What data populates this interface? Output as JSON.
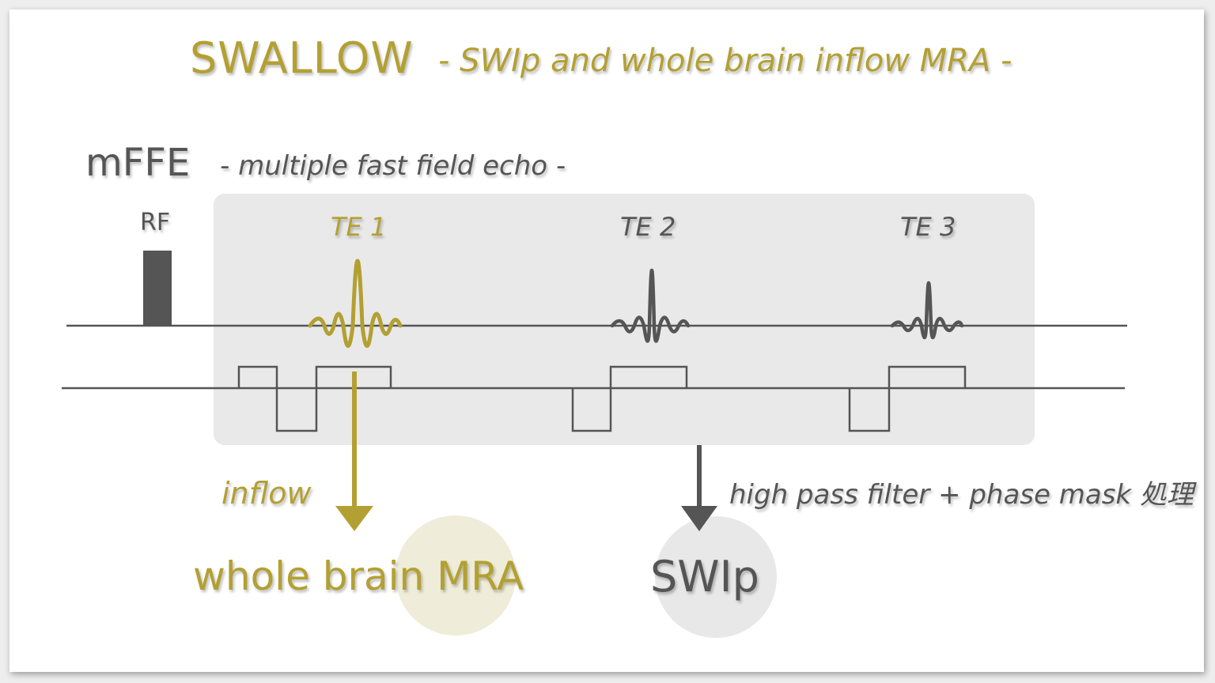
{
  "title": {
    "main": "SWALLOW",
    "sub": "- SWIp and whole brain inflow MRA -"
  },
  "sequence": {
    "name": "mFFE",
    "description": "- multiple fast field echo -",
    "rf_label": "RF",
    "echoes": [
      {
        "label": "TE 1",
        "highlight": true
      },
      {
        "label": "TE 2",
        "highlight": false
      },
      {
        "label": "TE 3",
        "highlight": false
      }
    ]
  },
  "outputs": {
    "inflow_label": "inflow",
    "mra_label": "whole brain MRA",
    "processing_label": "high pass filter + phase mask 処理",
    "swip_label": "SWIp"
  },
  "colors": {
    "accent": "#b3a032",
    "dark": "#555555",
    "panel": "#e9e9e9"
  }
}
